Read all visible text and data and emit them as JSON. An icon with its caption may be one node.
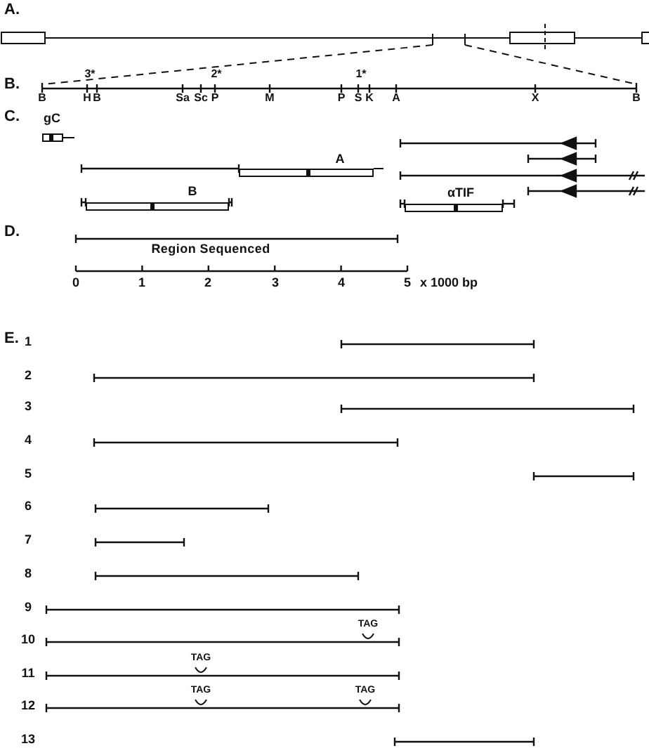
{
  "diagram": {
    "nodes": [
      {
        "text": [
          "gC"
        ]
      },
      {
        "text": [
          "A"
        ]
      },
      {
        "text": [
          "B"
        ]
      },
      {
        "text": [
          "αTIF"
        ]
      }
    ],
    "edges": [],
    "labels": [
      "A.",
      "B.",
      "3*",
      "2*",
      "1*",
      "B",
      "H",
      "B",
      "Sa",
      "Sc",
      "P",
      "M",
      "P",
      "S",
      "K",
      "A",
      "X",
      "B",
      "C.",
      "D.",
      "Region Sequenced",
      "0",
      "1",
      "2",
      "3",
      "4",
      "5",
      "x 1000 bp",
      "E.",
      "1",
      "2",
      "3",
      "4",
      "5",
      "6",
      "7",
      "8",
      "9",
      "TAG",
      "10",
      "TAG",
      "11",
      "TAG",
      "TAG",
      "12",
      "13"
    ]
  }
}
